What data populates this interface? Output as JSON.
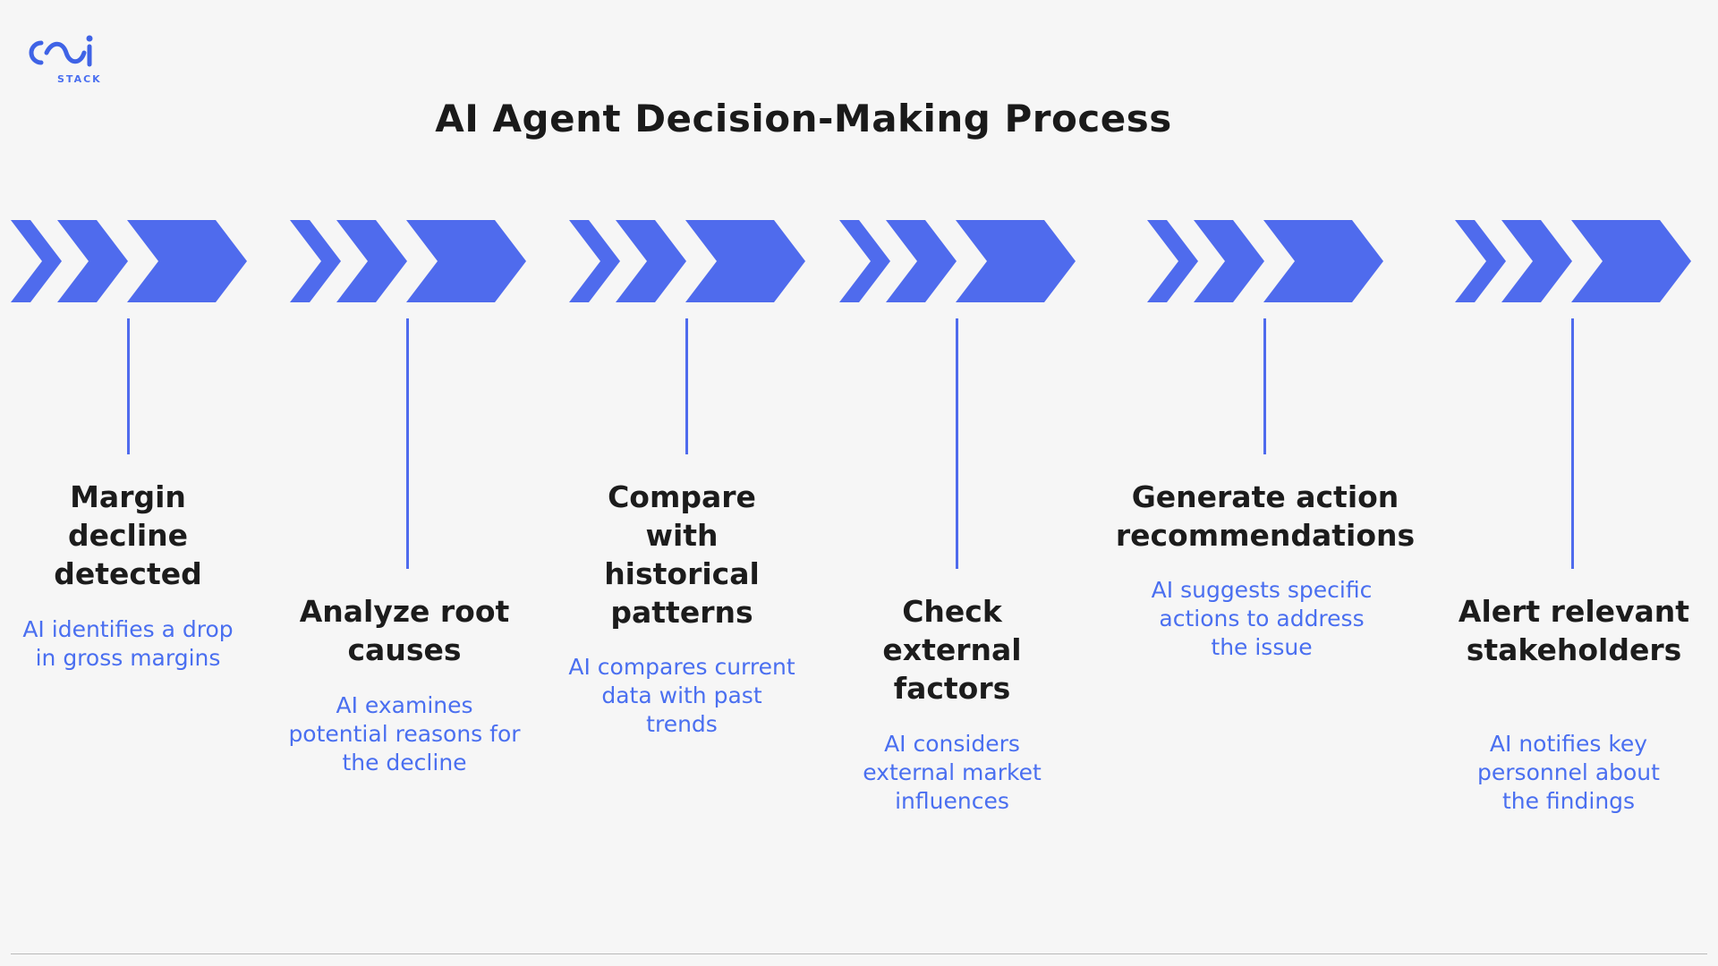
{
  "logo": {
    "wordmark": "cai",
    "subtitle": "STACK"
  },
  "title": "AI Agent Decision-Making Process",
  "colors": {
    "accent": "#4f6bed",
    "desc": "#4a6ff0",
    "text": "#1c1c1c"
  },
  "steps": [
    {
      "title": "Margin decline detected",
      "desc": "AI identifies a drop in gross margins"
    },
    {
      "title": "Analyze root causes",
      "desc": "AI examines potential reasons for the decline"
    },
    {
      "title": "Compare with historical patterns",
      "desc": "AI compares current data with past trends"
    },
    {
      "title": "Check external factors",
      "desc": "AI considers external market influences"
    },
    {
      "title": "Generate action recommendations",
      "desc": "AI suggests specific actions to address the issue"
    },
    {
      "title": "Alert relevant stakeholders",
      "desc": "AI notifies key personnel about the findings"
    }
  ]
}
